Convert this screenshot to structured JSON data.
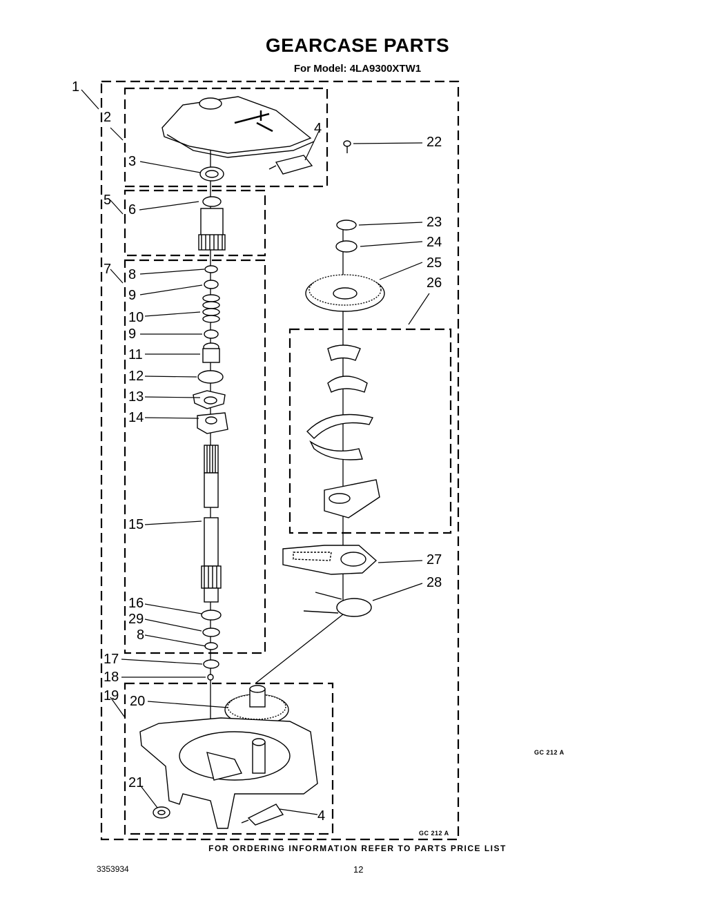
{
  "title": "GEARCASE PARTS",
  "subtitle": "For Model: 4LA9300XTW1",
  "footer_note": "FOR ORDERING INFORMATION REFER TO PARTS PRICE LIST",
  "page_code": "3353934",
  "page_number": "12",
  "figure_code": "GC 212 A",
  "figure_code_inner": "GC 212 A",
  "callouts": {
    "c1": "1",
    "c2": "2",
    "c3": "3",
    "c4a": "4",
    "c5": "5",
    "c6": "6",
    "c7": "7",
    "c8a": "8",
    "c9a": "9",
    "c10": "10",
    "c9b": "9",
    "c11": "11",
    "c12": "12",
    "c13": "13",
    "c14": "14",
    "c15": "15",
    "c16": "16",
    "c29": "29",
    "c8b": "8",
    "c17": "17",
    "c18": "18",
    "c19": "19",
    "c20": "20",
    "c21": "21",
    "c4b": "4",
    "c22": "22",
    "c23": "23",
    "c24": "24",
    "c25": "25",
    "c26": "26",
    "c27": "27",
    "c28": "28"
  }
}
